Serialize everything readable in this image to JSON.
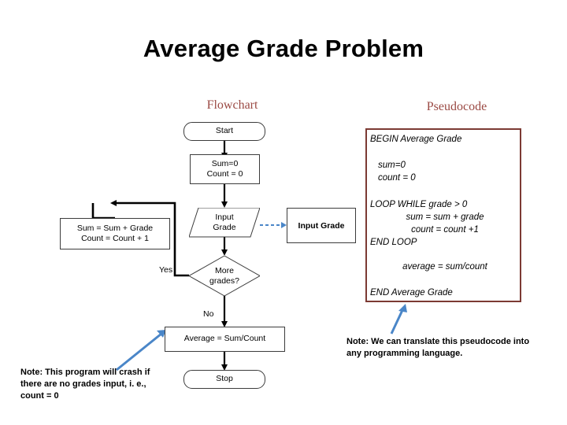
{
  "slide": {
    "title": "Average Grade Problem",
    "headings": {
      "flowchart": "Flowchart",
      "pseudocode": "Pseudocode"
    }
  },
  "flowchart": {
    "nodes": {
      "start": "Start",
      "init_line1": "Sum=0",
      "init_line2": "Count = 0",
      "input_line1": "Input",
      "input_line2": "Grade",
      "accumulate_line1": "Sum = Sum + Grade",
      "accumulate_line2": "Count = Count + 1",
      "decision_line1": "More",
      "decision_line2": "grades?",
      "average": "Average = Sum/Count",
      "stop": "Stop"
    },
    "edge_labels": {
      "yes": "Yes",
      "no": "No"
    }
  },
  "callout": {
    "label": "Input Grade"
  },
  "pseudocode": {
    "lines": [
      "BEGIN Average Grade",
      "sum=0",
      "count = 0",
      "LOOP WHILE grade > 0",
      "sum = sum + grade",
      "count = count +1",
      "END LOOP",
      "average = sum/count",
      "END Average Grade"
    ]
  },
  "notes": {
    "left": "Note: This program will crash if there are no grades input, i. e., count = 0",
    "right": "Note: We can translate this pseudocode into any programming language."
  },
  "colors": {
    "heading": "#9b4a44",
    "panel_border": "#7c3a33",
    "arrow_blue": "#4a86c8",
    "flow_line": "#000000"
  }
}
